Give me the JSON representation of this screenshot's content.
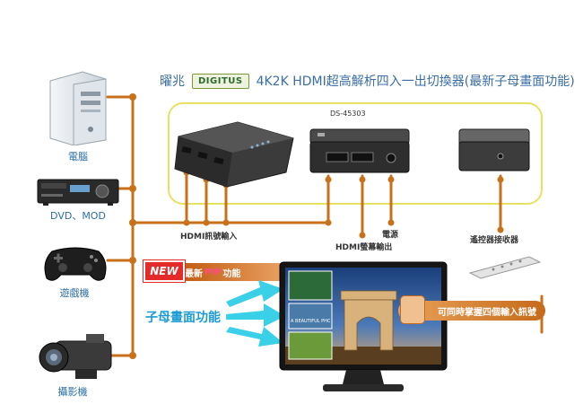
{
  "header": {
    "brand_zh": "曜兆",
    "logo_text": "DIGITUS",
    "title": "4K2K HDMI超高解析四入一出切換器(最新子母畫面功能)"
  },
  "product": {
    "model": "DS-45303"
  },
  "sources": [
    {
      "label": "電腦",
      "icon": "desktop-pc-icon"
    },
    {
      "label": "DVD、MOD",
      "icon": "dvd-player-icon"
    },
    {
      "label": "遊戲機",
      "icon": "game-controller-icon"
    },
    {
      "label": "攝影機",
      "icon": "camcorder-icon"
    }
  ],
  "ports": {
    "hdmi_in": "HDMI訊號輸入",
    "hdmi_out": "HDMI螢幕輸出",
    "power": "電源",
    "ir_receiver": "遙控器接收器"
  },
  "features": {
    "new_badge": "NEW",
    "pip_ribbon_prefix": "最新",
    "pip_ribbon_mid": "PIP",
    "pip_ribbon_suffix": "功能",
    "pip_label": "子母畫面功能",
    "monitor_ribbon": "可同時掌握四個輸入訊號",
    "sub_screen_caption": "A BEAUTIFUL PHOTO"
  },
  "colors": {
    "wire": "#c8701a",
    "outline": "#e8e060",
    "accent_blue": "#1c9bd3",
    "label_blue": "#2c6fa8"
  }
}
